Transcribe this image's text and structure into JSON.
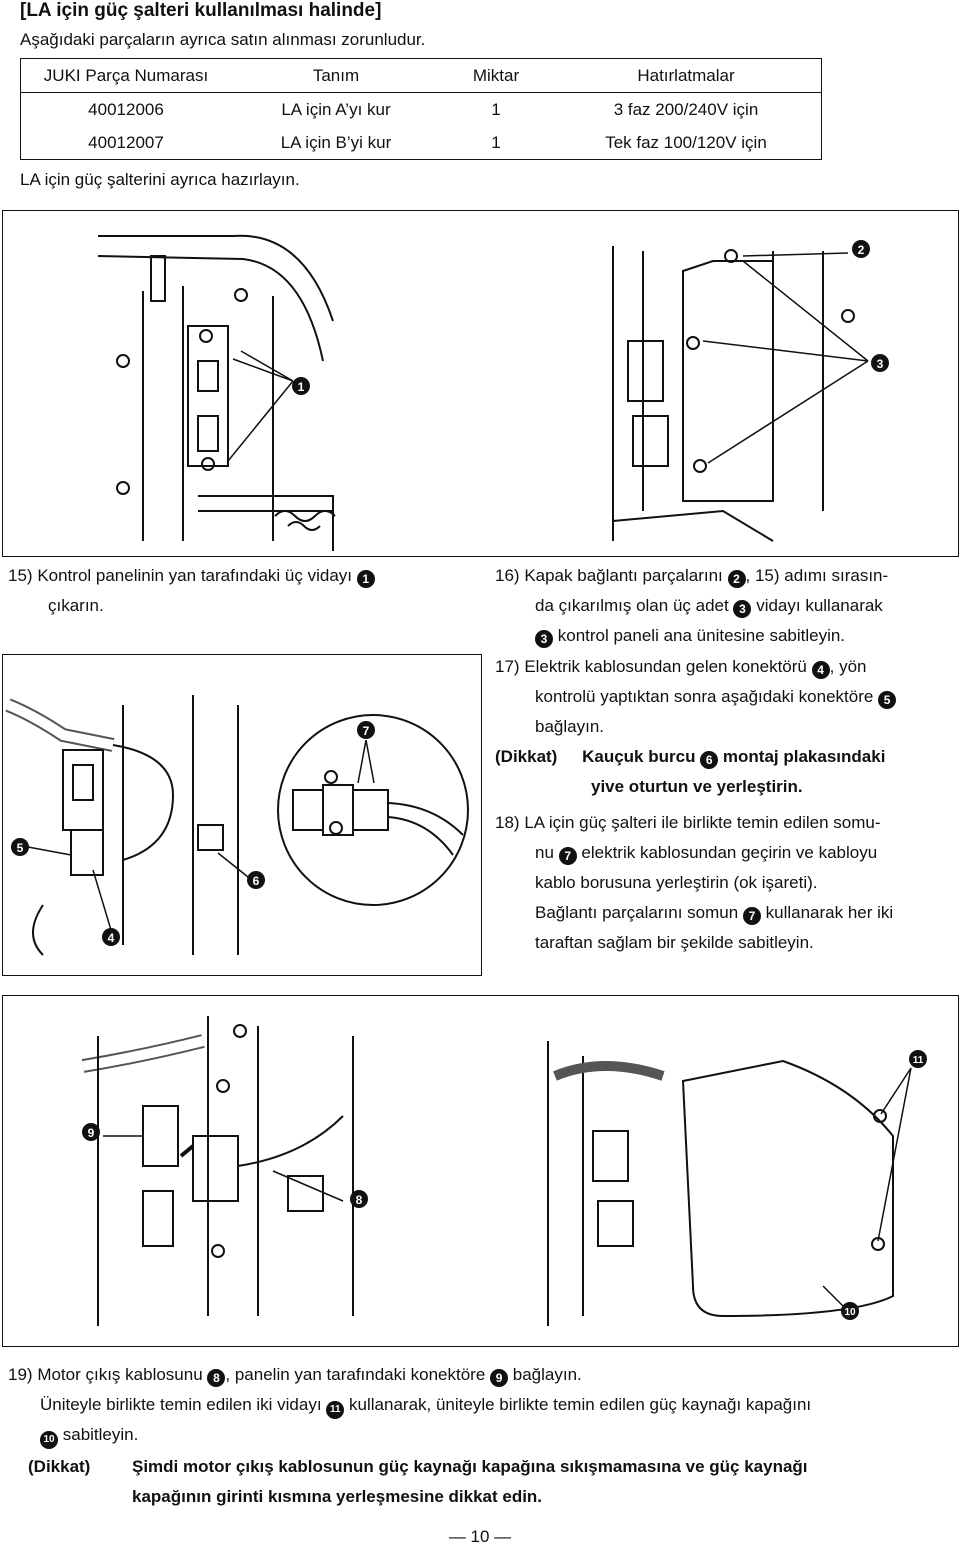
{
  "header": {
    "title": "[LA için güç şalteri kullanılması halinde]",
    "subtitle": "Aşağıdaki parçaların ayrıca satın alınması zorunludur."
  },
  "parts_table": {
    "columns": [
      "JUKI Parça Numarası",
      "Tanım",
      "Miktar",
      "Hatırlatmalar"
    ],
    "rows": [
      [
        "40012006",
        "LA için A’yı kur",
        "1",
        "3 faz 200/240V için"
      ],
      [
        "40012007",
        "LA için B’yi kur",
        "1",
        "Tek faz 100/120V için"
      ]
    ]
  },
  "note_after_table": "LA için güç şalterini ayrıca hazırlayın.",
  "markers": {
    "m1": "1",
    "m2": "2",
    "m3": "3",
    "m4": "4",
    "m5": "5",
    "m6": "6",
    "m7": "7",
    "m8": "8",
    "m9": "9",
    "m10": "10",
    "m11": "11"
  },
  "step15": {
    "num": "15)",
    "pre": "Kontrol panelinin yan tarafındaki üç vidayı",
    "marker": "1",
    "post": "çıkarın."
  },
  "step16": {
    "num": "16)",
    "a": "Kapak bağlantı parçalarını",
    "m2": "2",
    "b": ", 15) adımı sırasın-",
    "c": "da çıkarılmış olan üç adet",
    "m3a": "3",
    "d": "vidayı kullanarak",
    "m3b": "3",
    "e": "kontrol paneli ana ünitesine sabitleyin."
  },
  "step17": {
    "num": "17)",
    "a": "Elektrik kablosundan gelen konektörü",
    "m4": "4",
    "b": ", yön",
    "c": "kontrolü yaptıktan sonra aşağıdaki konektöre",
    "m5": "5",
    "d": "bağlayın."
  },
  "caution1": {
    "label": "(Dikkat)",
    "a": "Kauçuk burcu",
    "m6": "6",
    "b": "montaj plakasındaki",
    "c": "yive oturtun ve yerleştirin."
  },
  "step18": {
    "num": "18)",
    "a": "LA için güç şalteri ile birlikte temin edilen somu-",
    "b": "nu",
    "m7": "7",
    "c": "elektrik kablosundan geçirin ve kabloyu",
    "d": "kablo borusuna yerleştirin (ok işareti).",
    "e": "Bağlantı parçalarını somun",
    "m7b": "7",
    "f": "kullanarak her iki",
    "g": "taraftan sağlam bir şekilde sabitleyin."
  },
  "step19": {
    "num": "19)",
    "a": "Motor çıkış kablosunu",
    "m8": "8",
    "b": ", panelin yan tarafındaki konektöre",
    "m9": "9",
    "c": "bağlayın.",
    "d": "Üniteyle birlikte temin edilen iki vidayı",
    "m11": "11",
    "e": "kullanarak, üniteyle birlikte temin edilen güç kaynağı kapağını",
    "m10": "10",
    "f": "sabitleyin."
  },
  "caution2": {
    "label": "(Dikkat)",
    "a": "Şimdi motor çıkış kablosunun güç kaynağı kapağına sıkışmamasına ve güç kaynağı",
    "b": "kapağının girinti kısmına yerleşmesine dikkat edin."
  },
  "page_number": "— 10 —"
}
